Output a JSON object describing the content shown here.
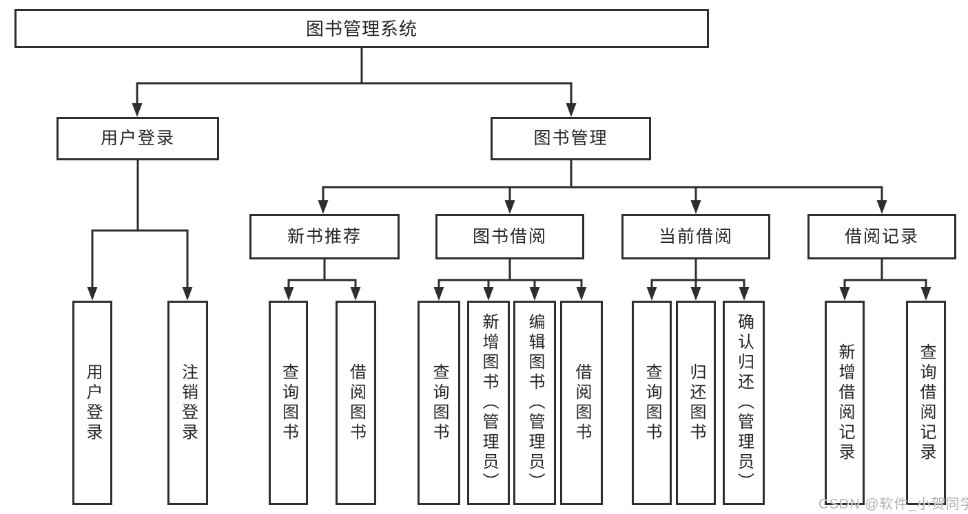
{
  "diagram": {
    "type": "hierarchy-tree",
    "colors": {
      "background": "#ffffff",
      "line": "#2e2e2e",
      "box_border": "#2e2e2e",
      "text": "#262626",
      "watermark": "#b2b2b2"
    }
  },
  "tree": {
    "label": "图书管理系统",
    "children": [
      {
        "label": "用户登录",
        "children": [
          {
            "label": "用户登录"
          },
          {
            "label": "注销登录"
          }
        ]
      },
      {
        "label": "图书管理",
        "children": [
          {
            "label": "新书推荐",
            "children": [
              {
                "label": "查询图书"
              },
              {
                "label": "借阅图书"
              }
            ]
          },
          {
            "label": "图书借阅",
            "children": [
              {
                "label": "查询图书"
              },
              {
                "label": "新增图书（管理员）"
              },
              {
                "label": "编辑图书（管理员）"
              },
              {
                "label": "借阅图书"
              }
            ]
          },
          {
            "label": "当前借阅",
            "children": [
              {
                "label": "查询图书"
              },
              {
                "label": "归还图书"
              },
              {
                "label": "确认归还（管理员）"
              }
            ]
          },
          {
            "label": "借阅记录",
            "children": [
              {
                "label": "新增借阅记录"
              },
              {
                "label": "查询借阅记录"
              }
            ]
          }
        ]
      }
    ]
  },
  "watermark": {
    "text": "CSDN @软件_小贺同学"
  }
}
